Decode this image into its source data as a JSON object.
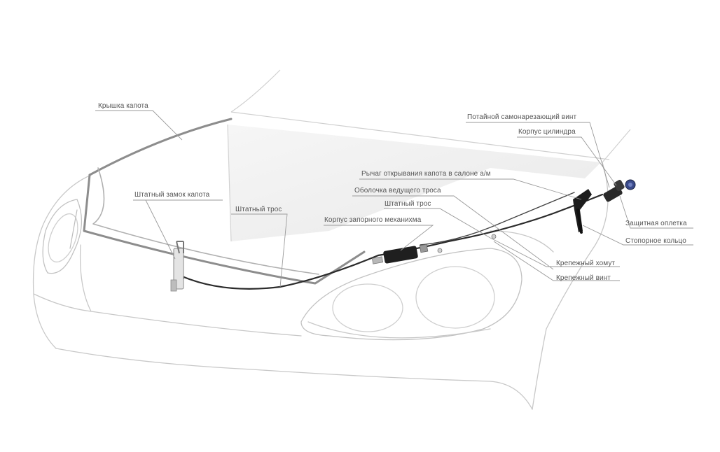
{
  "labels": {
    "hood": "Крышка капота",
    "hood_lock": "Штатный замок капота",
    "stock_cable_left": "Штатный трос",
    "lock_housing": "Корпус запорного механихма",
    "stock_cable_right": "Штатный трос",
    "drive_cable_sheath": "Оболочка ведущего троса",
    "lever": "Рычаг открывания капота в салоне а/м",
    "hidden_screw": "Потайной самонарезающий винт",
    "cylinder_body": "Корпус цилиндра",
    "protective_braid": "Защитная оплетка",
    "retaining_ring": "Стопорное кольцо",
    "mounting_clamp": "Крепежный хомут",
    "mounting_screw": "Крепежный винт"
  },
  "colors": {
    "outline": "#c8c8c8",
    "hood_edge": "#8d8d8d",
    "cable": "#2b2b2b",
    "leader": "#9a9a9a",
    "text": "#555555",
    "device": "#222222",
    "accent": "#3a4a8a"
  }
}
